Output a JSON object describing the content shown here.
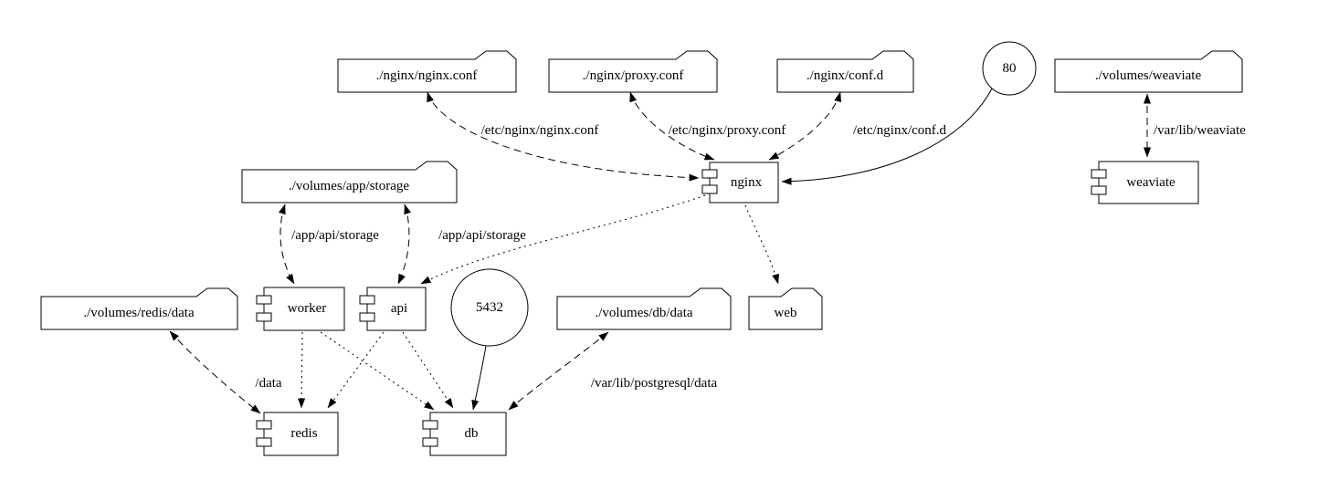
{
  "diagram": {
    "nodes": {
      "nginx_conf": "./nginx/nginx.conf",
      "proxy_conf": "./nginx/proxy.conf",
      "conf_d": "./nginx/conf.d",
      "port_80": "80",
      "volumes_weaviate": "./volumes/weaviate",
      "volumes_app_storage": "./volumes/app/storage",
      "nginx": "nginx",
      "weaviate": "weaviate",
      "volumes_redis_data": "./volumes/redis/data",
      "worker": "worker",
      "api": "api",
      "port_5432": "5432",
      "volumes_db_data": "./volumes/db/data",
      "web": "web",
      "redis": "redis",
      "db": "db"
    },
    "edge_labels": {
      "nginx_conf_mount": "/etc/nginx/nginx.conf",
      "proxy_conf_mount": "/etc/nginx/proxy.conf",
      "conf_d_mount": "/etc/nginx/conf.d",
      "weaviate_mount": "/var/lib/weaviate",
      "worker_storage_mount": "/app/api/storage",
      "api_storage_mount": "/app/api/storage",
      "redis_mount": "/data",
      "db_mount": "/var/lib/postgresql/data"
    }
  }
}
